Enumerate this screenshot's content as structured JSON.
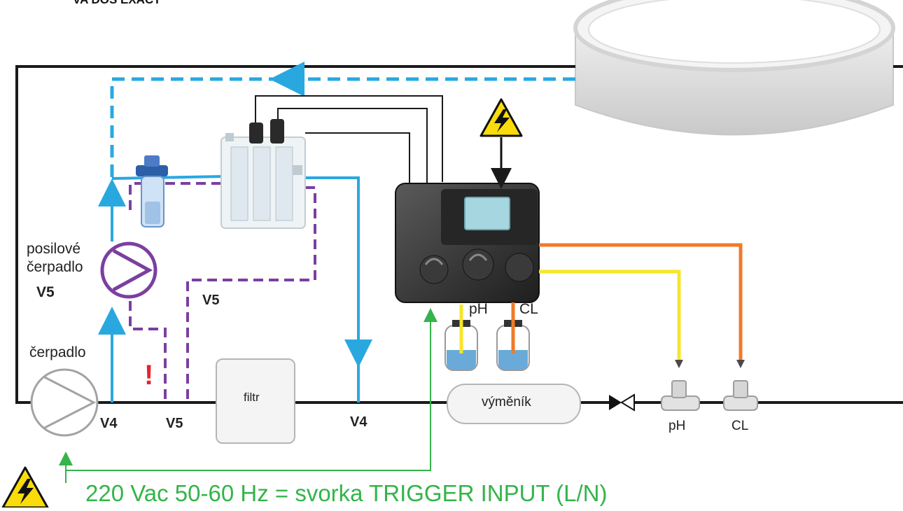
{
  "header": {
    "title": "VA DOS EXACT"
  },
  "labels": {
    "booster_pump": [
      "posilové",
      "čerpadlo"
    ],
    "booster_pump_code": "V5",
    "main_pump": "čerpadlo",
    "filter": "filtr",
    "heat_exchanger": "výměník",
    "v4_left": "V4",
    "v5_bottom": "V5",
    "v5_mid": "V5",
    "v4_right": "V4",
    "probe_ph": "pH",
    "probe_cl": "CL",
    "tank_ph": "pH",
    "tank_cl": "CL",
    "warning_mark": "!",
    "power_note": "220 Vac 50-60 Hz = svorka TRIGGER INPUT (L/N)"
  },
  "colors": {
    "pipe": "#1a1a1a",
    "return_line": "#29a8e0",
    "bypass_line": "#7b3fa0",
    "ph_line": "#f7e52a",
    "cl_line": "#f07a28",
    "power_line": "#34b44a",
    "warning": "#e8232a",
    "hazard_fill": "#f9dc0a"
  },
  "icons": [
    "pool-icon",
    "main-pump-icon",
    "booster-pump-icon",
    "prefilter-icon",
    "flowmeter-icon",
    "controller-icon",
    "ph-tank-icon",
    "cl-tank-icon",
    "check-valve-icon",
    "ph-injector-icon",
    "cl-injector-icon",
    "high-voltage-warning-icon"
  ]
}
